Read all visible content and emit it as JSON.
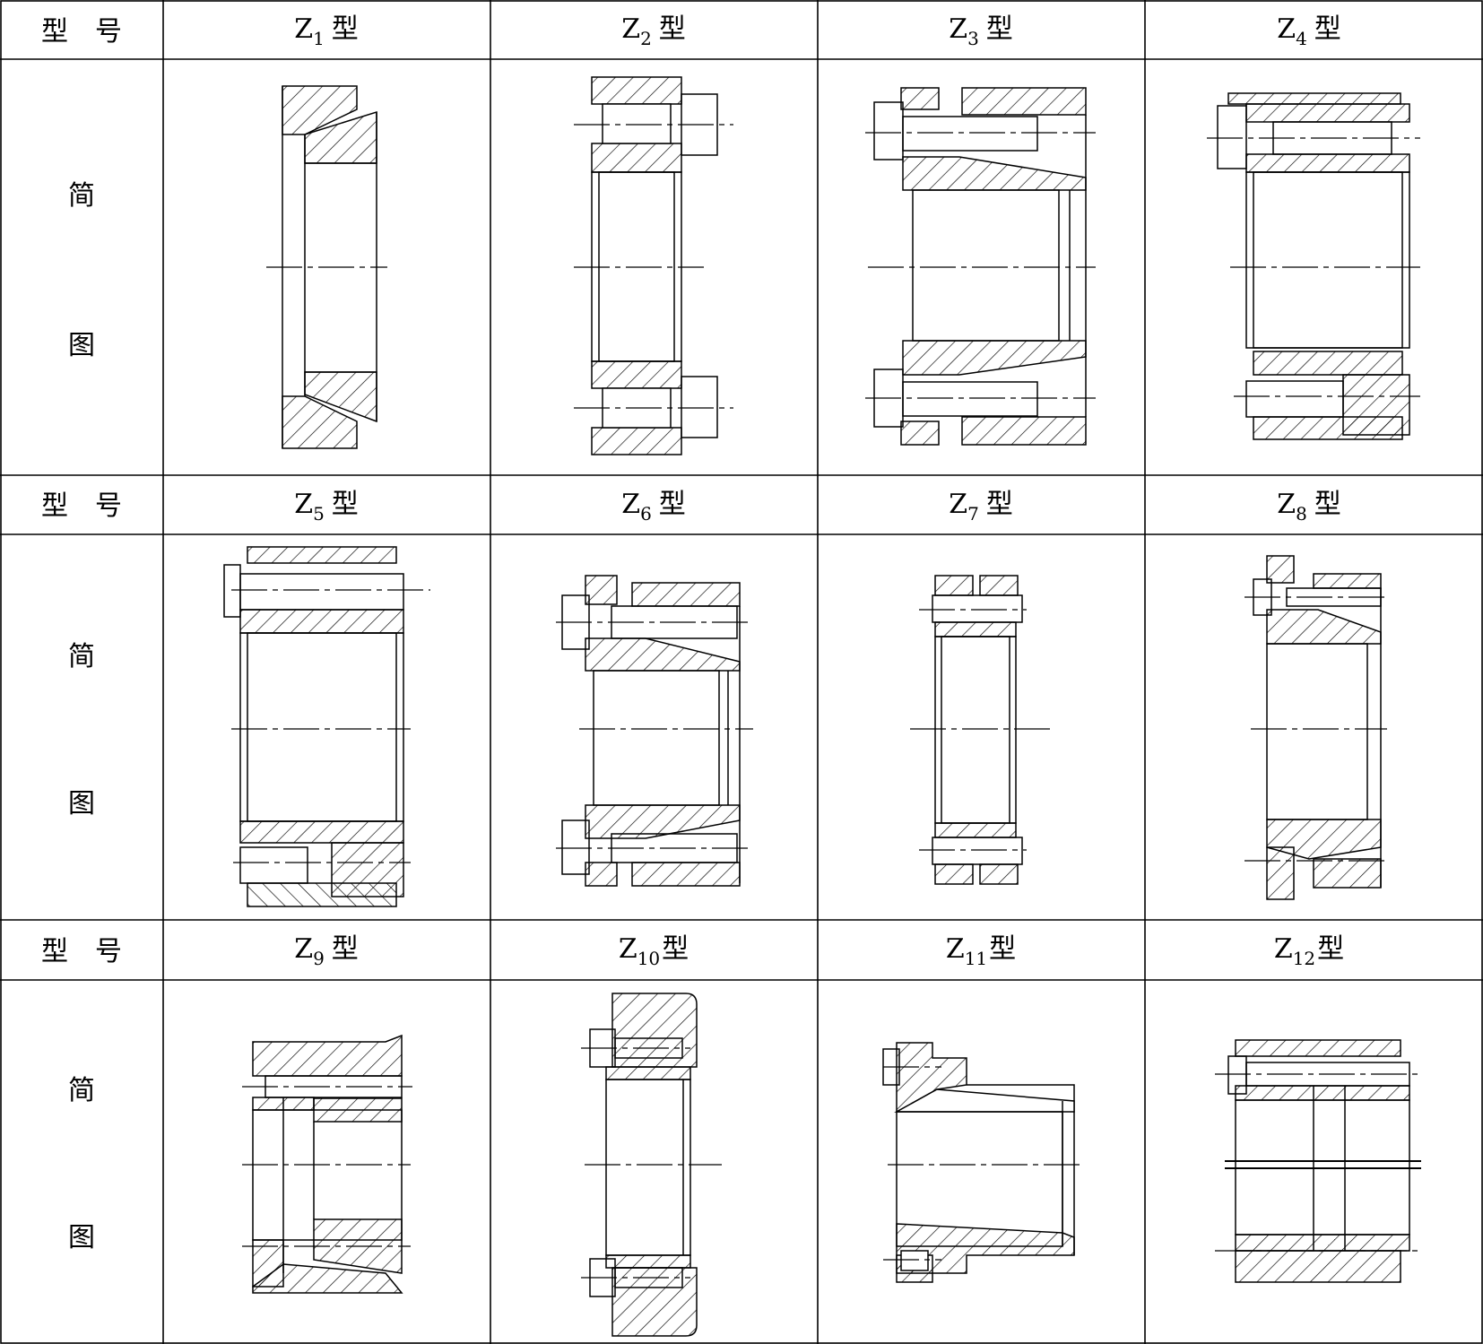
{
  "row_label": "型　号",
  "diagram_label_top": "简",
  "diagram_label_bottom": "图",
  "type_suffix": "型",
  "types": [
    {
      "letter": "Z",
      "sub": "1"
    },
    {
      "letter": "Z",
      "sub": "2"
    },
    {
      "letter": "Z",
      "sub": "3"
    },
    {
      "letter": "Z",
      "sub": "4"
    },
    {
      "letter": "Z",
      "sub": "5"
    },
    {
      "letter": "Z",
      "sub": "6"
    },
    {
      "letter": "Z",
      "sub": "7"
    },
    {
      "letter": "Z",
      "sub": "8"
    },
    {
      "letter": "Z",
      "sub": "9"
    },
    {
      "letter": "Z",
      "sub": "10"
    },
    {
      "letter": "Z",
      "sub": "11"
    },
    {
      "letter": "Z",
      "sub": "12"
    }
  ]
}
